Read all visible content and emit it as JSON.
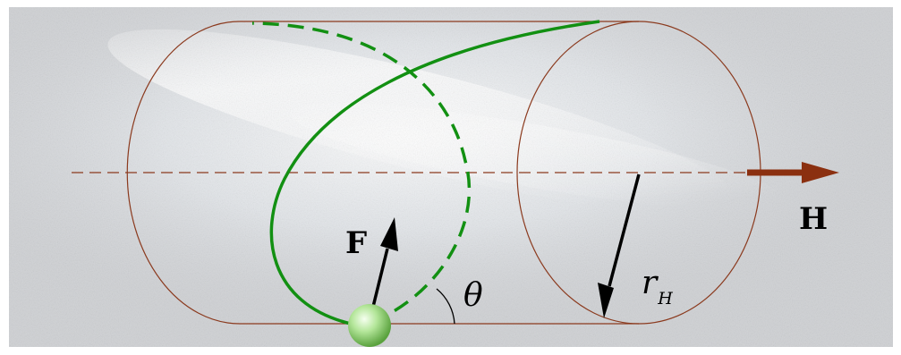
{
  "labels": {
    "force": "F",
    "field": "H",
    "angle": "θ",
    "radius_symbol": "r",
    "radius_subscript": "H"
  },
  "colors": {
    "cylinder_outline": "#8b3a1e",
    "axis_dashed": "#8b3a1e",
    "field_arrow": "#8b3010",
    "helix_path": "#129012",
    "vector_arrows": "#000000",
    "particle": "#b4e69a",
    "label_text": "#000000"
  },
  "icons": {
    "particle": "green-sphere",
    "force_vector": "arrow-up-right",
    "field_vector": "arrow-right",
    "radius_vector": "arrow-down-left"
  }
}
